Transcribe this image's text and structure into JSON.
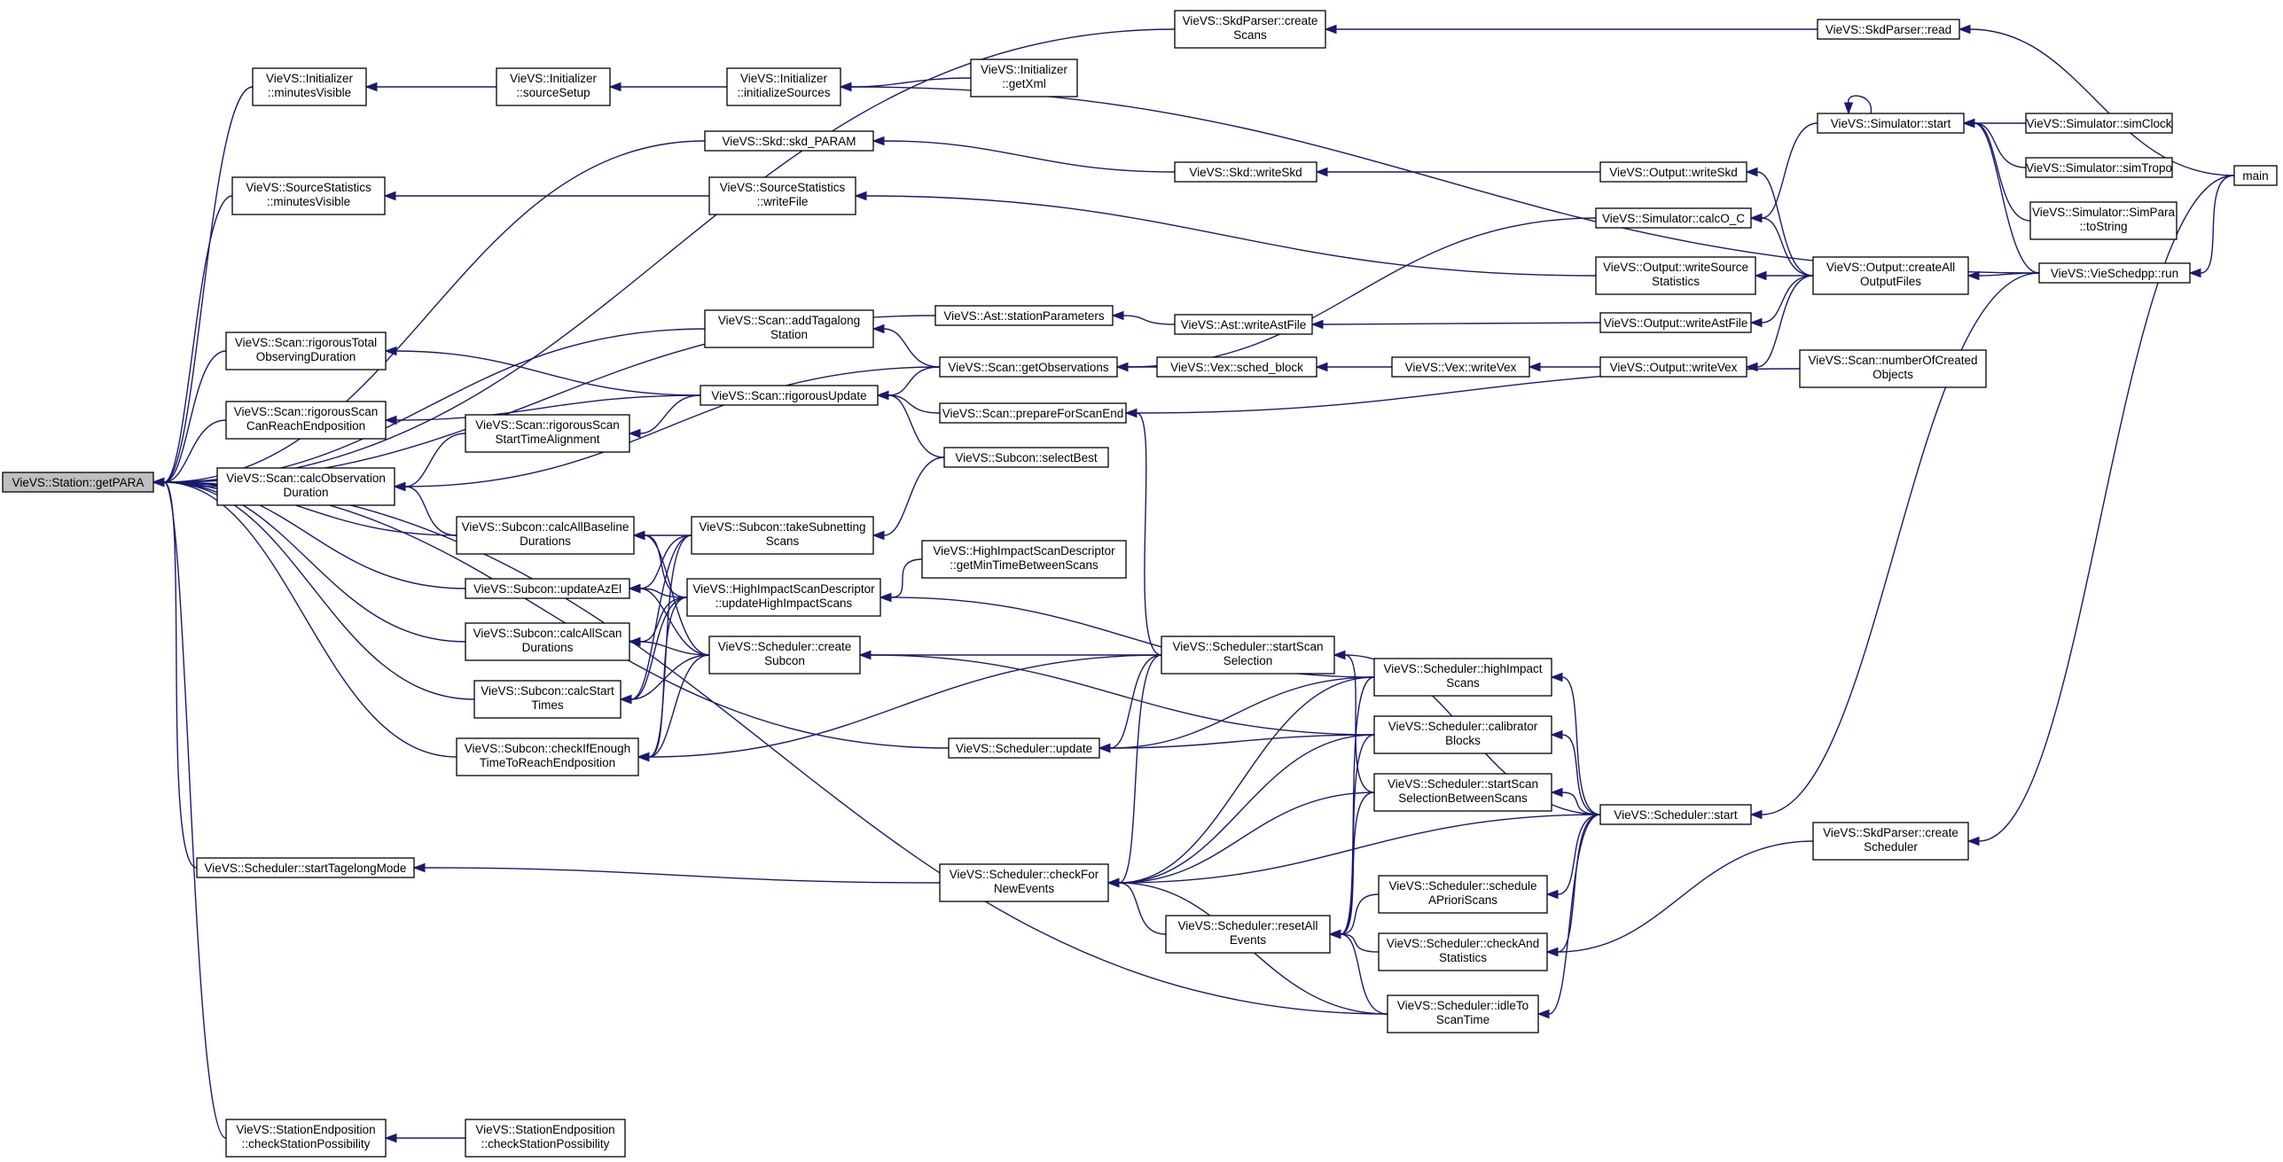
{
  "colors": {
    "edge": "#191970",
    "root_fill": "#bfbfbf",
    "node_fill": "#ffffff",
    "border": "#000000"
  },
  "nodes": [
    {
      "id": "n0",
      "lines": [
        "VieVS::Station::getPARA"
      ],
      "root": true
    },
    {
      "id": "n1",
      "lines": [
        "VieVS::Initializer",
        "::minutesVisible"
      ]
    },
    {
      "id": "n2",
      "lines": [
        "VieVS::SourceStatistics",
        "::minutesVisible"
      ]
    },
    {
      "id": "n3",
      "lines": [
        "VieVS::Scan::rigorousTotal",
        "ObservingDuration"
      ]
    },
    {
      "id": "n4",
      "lines": [
        "VieVS::Scan::rigorousScan",
        "CanReachEndposition"
      ]
    },
    {
      "id": "n5",
      "lines": [
        "VieVS::Scan::calcObservation",
        "Duration"
      ]
    },
    {
      "id": "n6",
      "lines": [
        "VieVS::Scheduler::startTagelongMode"
      ]
    },
    {
      "id": "n7",
      "lines": [
        "VieVS::StationEndposition",
        "::checkStationPossibility"
      ]
    },
    {
      "id": "n8",
      "lines": [
        "VieVS::Initializer",
        "::sourceSetup"
      ]
    },
    {
      "id": "n9",
      "lines": [
        "VieVS::Scan::rigorousScan",
        "StartTimeAlignment"
      ]
    },
    {
      "id": "n10",
      "lines": [
        "VieVS::Subcon::calcAllBaseline",
        "Durations"
      ]
    },
    {
      "id": "n11",
      "lines": [
        "VieVS::Subcon::updateAzEl"
      ]
    },
    {
      "id": "n12",
      "lines": [
        "VieVS::Subcon::calcAllScan",
        "Durations"
      ]
    },
    {
      "id": "n13",
      "lines": [
        "VieVS::Subcon::calcStart",
        "Times"
      ]
    },
    {
      "id": "n14",
      "lines": [
        "VieVS::Subcon::checkIfEnough",
        "TimeToReachEndposition"
      ]
    },
    {
      "id": "n15",
      "lines": [
        "VieVS::StationEndposition",
        "::checkStationPossibility"
      ]
    },
    {
      "id": "n16",
      "lines": [
        "VieVS::Initializer",
        "::initializeSources"
      ]
    },
    {
      "id": "n17",
      "lines": [
        "VieVS::Skd::skd_PARAM"
      ]
    },
    {
      "id": "n18",
      "lines": [
        "VieVS::SourceStatistics",
        "::writeFile"
      ]
    },
    {
      "id": "n19",
      "lines": [
        "VieVS::Scan::addTagalong",
        "Station"
      ]
    },
    {
      "id": "n20",
      "lines": [
        "VieVS::Scan::rigorousUpdate"
      ]
    },
    {
      "id": "n21",
      "lines": [
        "VieVS::Subcon::takeSubnetting",
        "Scans"
      ]
    },
    {
      "id": "n22",
      "lines": [
        "VieVS::HighImpactScanDescriptor",
        "::updateHighImpactScans"
      ]
    },
    {
      "id": "n23",
      "lines": [
        "VieVS::Scheduler::create",
        "Subcon"
      ]
    },
    {
      "id": "n24",
      "lines": [
        "VieVS::Initializer",
        "::getXml"
      ]
    },
    {
      "id": "n25",
      "lines": [
        "VieVS::Ast::stationParameters"
      ]
    },
    {
      "id": "n26",
      "lines": [
        "VieVS::Scan::getObservations"
      ]
    },
    {
      "id": "n27",
      "lines": [
        "VieVS::Scan::prepareForScanEnd"
      ]
    },
    {
      "id": "n28",
      "lines": [
        "VieVS::Subcon::selectBest"
      ]
    },
    {
      "id": "n29",
      "lines": [
        "VieVS::HighImpactScanDescriptor",
        "::getMinTimeBetweenScans"
      ]
    },
    {
      "id": "n30",
      "lines": [
        "VieVS::Scheduler::update"
      ]
    },
    {
      "id": "n31",
      "lines": [
        "VieVS::Scheduler::checkFor",
        "NewEvents"
      ]
    },
    {
      "id": "n32",
      "lines": [
        "VieVS::SkdParser::create",
        "Scans"
      ]
    },
    {
      "id": "n33",
      "lines": [
        "VieVS::Skd::writeSkd"
      ]
    },
    {
      "id": "n34",
      "lines": [
        "VieVS::Ast::writeAstFile"
      ]
    },
    {
      "id": "n35",
      "lines": [
        "VieVS::Vex::sched_block"
      ]
    },
    {
      "id": "n36",
      "lines": [
        "VieVS::Scheduler::startScan",
        "Selection"
      ]
    },
    {
      "id": "n37",
      "lines": [
        "VieVS::Scheduler::resetAll",
        "Events"
      ]
    },
    {
      "id": "n38",
      "lines": [
        "VieVS::Vex::writeVex"
      ]
    },
    {
      "id": "n39",
      "lines": [
        "VieVS::Scheduler::highImpact",
        "Scans"
      ]
    },
    {
      "id": "n40",
      "lines": [
        "VieVS::Scheduler::calibrator",
        "Blocks"
      ]
    },
    {
      "id": "n41",
      "lines": [
        "VieVS::Scheduler::startScan",
        "SelectionBetweenScans"
      ]
    },
    {
      "id": "n42",
      "lines": [
        "VieVS::Scheduler::schedule",
        "APrioriScans"
      ]
    },
    {
      "id": "n43",
      "lines": [
        "VieVS::Scheduler::checkAnd",
        "Statistics"
      ]
    },
    {
      "id": "n44",
      "lines": [
        "VieVS::Scheduler::idleTo",
        "ScanTime"
      ]
    },
    {
      "id": "n45",
      "lines": [
        "VieVS::Output::writeSkd"
      ]
    },
    {
      "id": "n46",
      "lines": [
        "VieVS::Simulator::calcO_C"
      ]
    },
    {
      "id": "n47",
      "lines": [
        "VieVS::Output::writeSource",
        "Statistics"
      ]
    },
    {
      "id": "n48",
      "lines": [
        "VieVS::Output::writeAstFile"
      ]
    },
    {
      "id": "n49",
      "lines": [
        "VieVS::Output::writeVex"
      ]
    },
    {
      "id": "n50",
      "lines": [
        "VieVS::Scheduler::start"
      ]
    },
    {
      "id": "n51",
      "lines": [
        "VieVS::SkdParser::read"
      ]
    },
    {
      "id": "n52",
      "lines": [
        "VieVS::Output::createAll",
        "OutputFiles"
      ]
    },
    {
      "id": "n53",
      "lines": [
        "VieVS::Scan::numberOfCreated",
        "Objects"
      ]
    },
    {
      "id": "n54",
      "lines": [
        "VieVS::SkdParser::create",
        "Scheduler"
      ]
    },
    {
      "id": "n55",
      "lines": [
        "VieVS::Simulator::start"
      ]
    },
    {
      "id": "n56",
      "lines": [
        "VieVS::Simulator::simClock"
      ]
    },
    {
      "id": "n57",
      "lines": [
        "VieVS::Simulator::simTropo"
      ]
    },
    {
      "id": "n58",
      "lines": [
        "VieVS::Simulator::SimPara",
        "::toString"
      ]
    },
    {
      "id": "n59",
      "lines": [
        "VieVS::VieSchedpp::run"
      ]
    },
    {
      "id": "n60",
      "lines": [
        "main"
      ]
    }
  ],
  "edges": [
    [
      "n1",
      "n0"
    ],
    [
      "n2",
      "n0"
    ],
    [
      "n3",
      "n0"
    ],
    [
      "n4",
      "n0"
    ],
    [
      "n5",
      "n0"
    ],
    [
      "n6",
      "n0"
    ],
    [
      "n7",
      "n0"
    ],
    [
      "n10",
      "n0"
    ],
    [
      "n11",
      "n0"
    ],
    [
      "n12",
      "n0"
    ],
    [
      "n13",
      "n0"
    ],
    [
      "n14",
      "n0"
    ],
    [
      "n32",
      "n0"
    ],
    [
      "n17",
      "n0"
    ],
    [
      "n25",
      "n0"
    ],
    [
      "n19",
      "n0"
    ],
    [
      "n30",
      "n0"
    ],
    [
      "n44",
      "n0"
    ],
    [
      "n8",
      "n1"
    ],
    [
      "n16",
      "n8"
    ],
    [
      "n24",
      "n16"
    ],
    [
      "n59",
      "n16"
    ],
    [
      "n18",
      "n2"
    ],
    [
      "n47",
      "n18"
    ],
    [
      "n20",
      "n3"
    ],
    [
      "n20",
      "n4"
    ],
    [
      "n20",
      "n9"
    ],
    [
      "n9",
      "n5"
    ],
    [
      "n10",
      "n5"
    ],
    [
      "n26",
      "n5"
    ],
    [
      "n26",
      "n19"
    ],
    [
      "n26",
      "n20"
    ],
    [
      "n27",
      "n20"
    ],
    [
      "n28",
      "n20"
    ],
    [
      "n31",
      "n6"
    ],
    [
      "n15",
      "n7"
    ],
    [
      "n21",
      "n10"
    ],
    [
      "n22",
      "n10"
    ],
    [
      "n23",
      "n10"
    ],
    [
      "n21",
      "n11"
    ],
    [
      "n22",
      "n11"
    ],
    [
      "n23",
      "n11"
    ],
    [
      "n22",
      "n12"
    ],
    [
      "n23",
      "n12"
    ],
    [
      "n21",
      "n13"
    ],
    [
      "n22",
      "n13"
    ],
    [
      "n23",
      "n13"
    ],
    [
      "n21",
      "n14"
    ],
    [
      "n22",
      "n14"
    ],
    [
      "n23",
      "n14"
    ],
    [
      "n36",
      "n14"
    ],
    [
      "n28",
      "n21"
    ],
    [
      "n29",
      "n22"
    ],
    [
      "n39",
      "n22"
    ],
    [
      "n36",
      "n23"
    ],
    [
      "n40",
      "n23"
    ],
    [
      "n33",
      "n17"
    ],
    [
      "n45",
      "n33"
    ],
    [
      "n34",
      "n25"
    ],
    [
      "n48",
      "n34"
    ],
    [
      "n46",
      "n26"
    ],
    [
      "n35",
      "n26"
    ],
    [
      "n38",
      "n35"
    ],
    [
      "n49",
      "n38"
    ],
    [
      "n53",
      "n27"
    ],
    [
      "n36",
      "n27"
    ],
    [
      "n39",
      "n30"
    ],
    [
      "n40",
      "n30"
    ],
    [
      "n36",
      "n30"
    ],
    [
      "n37",
      "n31"
    ],
    [
      "n36",
      "n31"
    ],
    [
      "n39",
      "n31"
    ],
    [
      "n40",
      "n31"
    ],
    [
      "n41",
      "n31"
    ],
    [
      "n44",
      "n31"
    ],
    [
      "n50",
      "n31"
    ],
    [
      "n41",
      "n36"
    ],
    [
      "n50",
      "n36"
    ],
    [
      "n39",
      "n37"
    ],
    [
      "n40",
      "n37"
    ],
    [
      "n41",
      "n37"
    ],
    [
      "n42",
      "n37"
    ],
    [
      "n43",
      "n37"
    ],
    [
      "n44",
      "n37"
    ],
    [
      "n50",
      "n39"
    ],
    [
      "n50",
      "n40"
    ],
    [
      "n50",
      "n41"
    ],
    [
      "n50",
      "n42"
    ],
    [
      "n50",
      "n43"
    ],
    [
      "n50",
      "n44"
    ],
    [
      "n54",
      "n43"
    ],
    [
      "n51",
      "n32"
    ],
    [
      "n60",
      "n51"
    ],
    [
      "n52",
      "n45"
    ],
    [
      "n52",
      "n46"
    ],
    [
      "n52",
      "n47"
    ],
    [
      "n52",
      "n48"
    ],
    [
      "n52",
      "n49"
    ],
    [
      "n55",
      "n46"
    ],
    [
      "n59",
      "n52"
    ],
    [
      "n56",
      "n55"
    ],
    [
      "n57",
      "n55"
    ],
    [
      "n58",
      "n55"
    ],
    [
      "n59",
      "n55"
    ],
    [
      "n55",
      "n55"
    ],
    [
      "n59",
      "n50"
    ],
    [
      "n60",
      "n59"
    ],
    [
      "n60",
      "n54"
    ]
  ]
}
